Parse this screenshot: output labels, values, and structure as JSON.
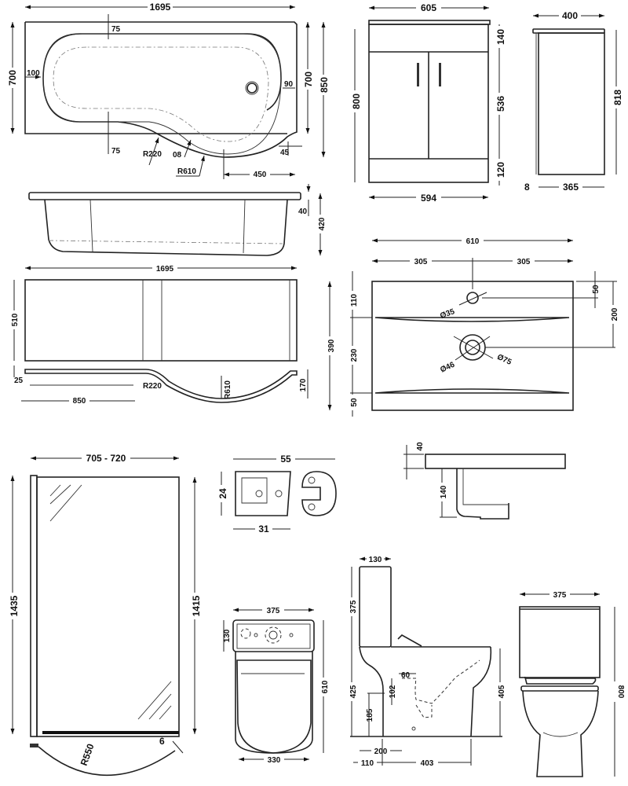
{
  "title": "Bathroom suite technical dimension drawings (mm)",
  "views": {
    "bath_plan": {
      "name": "P-shaped shower bath – plan view",
      "labels": {
        "length": "1695",
        "width_left": "700",
        "width_right": "700",
        "width_total": "850",
        "rim_top": "75",
        "rim_bottom": "75",
        "rim_left": "100",
        "rim_right": "90",
        "radius_small": "R220",
        "rim_curve": "08",
        "radius_large": "R610",
        "curve_length": "450",
        "lip": "45"
      }
    },
    "bath_side": {
      "name": "Bath – side elevation",
      "labels": {
        "rim_height": "40",
        "height": "420"
      }
    },
    "bath_panel": {
      "name": "Curved front bath panel",
      "labels": {
        "length": "1695",
        "height": "510",
        "thickness": "25",
        "radius_small": "R220",
        "radius_large": "R610",
        "depth": "170",
        "straight_length": "850"
      }
    },
    "vanity_front": {
      "name": "Vanity unit – front elevation",
      "labels": {
        "top_width": "605",
        "height": "800",
        "drawer": "140",
        "doors": "536",
        "plinth": "120",
        "base_width": "594"
      }
    },
    "vanity_side": {
      "name": "Vanity unit – side elevation",
      "labels": {
        "depth_top": "400",
        "height": "818",
        "door_thickness": "8",
        "carcass_depth": "365"
      }
    },
    "basin_plan": {
      "name": "Basin – plan view",
      "labels": {
        "width": "610",
        "half_left": "305",
        "half_right": "305",
        "depth": "390",
        "tap_offset": "110",
        "bowl": "230",
        "front": "50",
        "tap_from_back": "50",
        "waste_from_back": "200",
        "tap_hole": "Ø35",
        "waste_inner": "Ø46",
        "waste_outer": "Ø75"
      }
    },
    "basin_side": {
      "name": "Basin – side section",
      "labels": {
        "rim": "40",
        "bowl_depth": "140"
      }
    },
    "screen": {
      "name": "Curved bath screen",
      "labels": {
        "width": "705 - 720",
        "height_wall": "1435",
        "height_glass": "1415",
        "radius": "R550",
        "glass": "6"
      }
    },
    "profile": {
      "name": "Screen wall profile section",
      "labels": {
        "width": "55",
        "height": "24",
        "channel": "31"
      }
    },
    "wc_plan": {
      "name": "Close coupled WC – plan view",
      "labels": {
        "width": "375",
        "cistern_depth": "130",
        "projection": "610",
        "pan_width": "330"
      }
    },
    "wc_side": {
      "name": "Close coupled WC – side elevation",
      "labels": {
        "cistern_depth": "130",
        "cistern_height": "375",
        "pan_height": "425",
        "seat_height": "405",
        "outlet_width": "60",
        "outlet_dia": "102",
        "outlet_height": "185",
        "outlet_set": "200",
        "back_offset": "110",
        "foot_length": "403"
      }
    },
    "wc_front": {
      "name": "Close coupled WC – front elevation",
      "labels": {
        "width": "375",
        "height": "800"
      }
    }
  }
}
